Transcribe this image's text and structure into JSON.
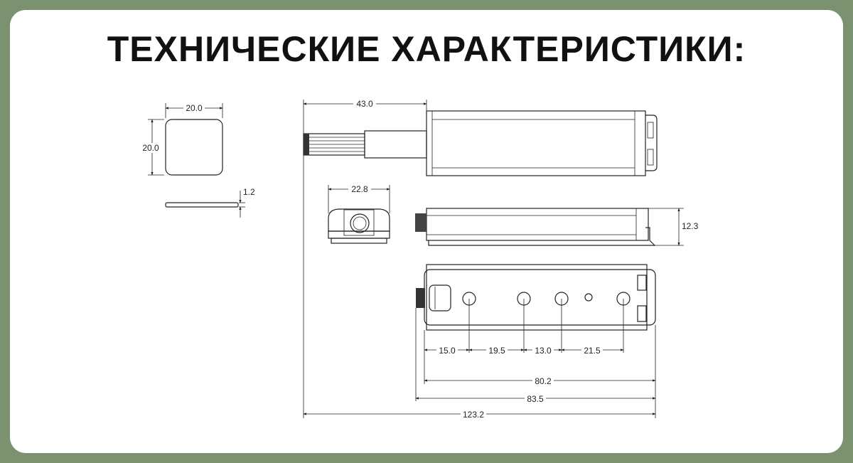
{
  "title": "ТЕХНИЧЕСКИЕ ХАРАКТЕРИСТИКИ:",
  "colors": {
    "frame": "#7b9170",
    "panel": "#ffffff",
    "line": "#222222"
  },
  "pad": {
    "width": "20.0",
    "height": "20.0",
    "thickness": "1.2"
  },
  "top_view": {
    "rod_length": "43.0"
  },
  "end_view": {
    "width": "22.8"
  },
  "side_view": {
    "height": "12.3"
  },
  "bottom_view": {
    "hole_spacings": [
      "15.0",
      "19.5",
      "13.0",
      "21.5"
    ],
    "body_length": "80.2",
    "length_with_knob": "83.5",
    "total_length": "123.2"
  }
}
